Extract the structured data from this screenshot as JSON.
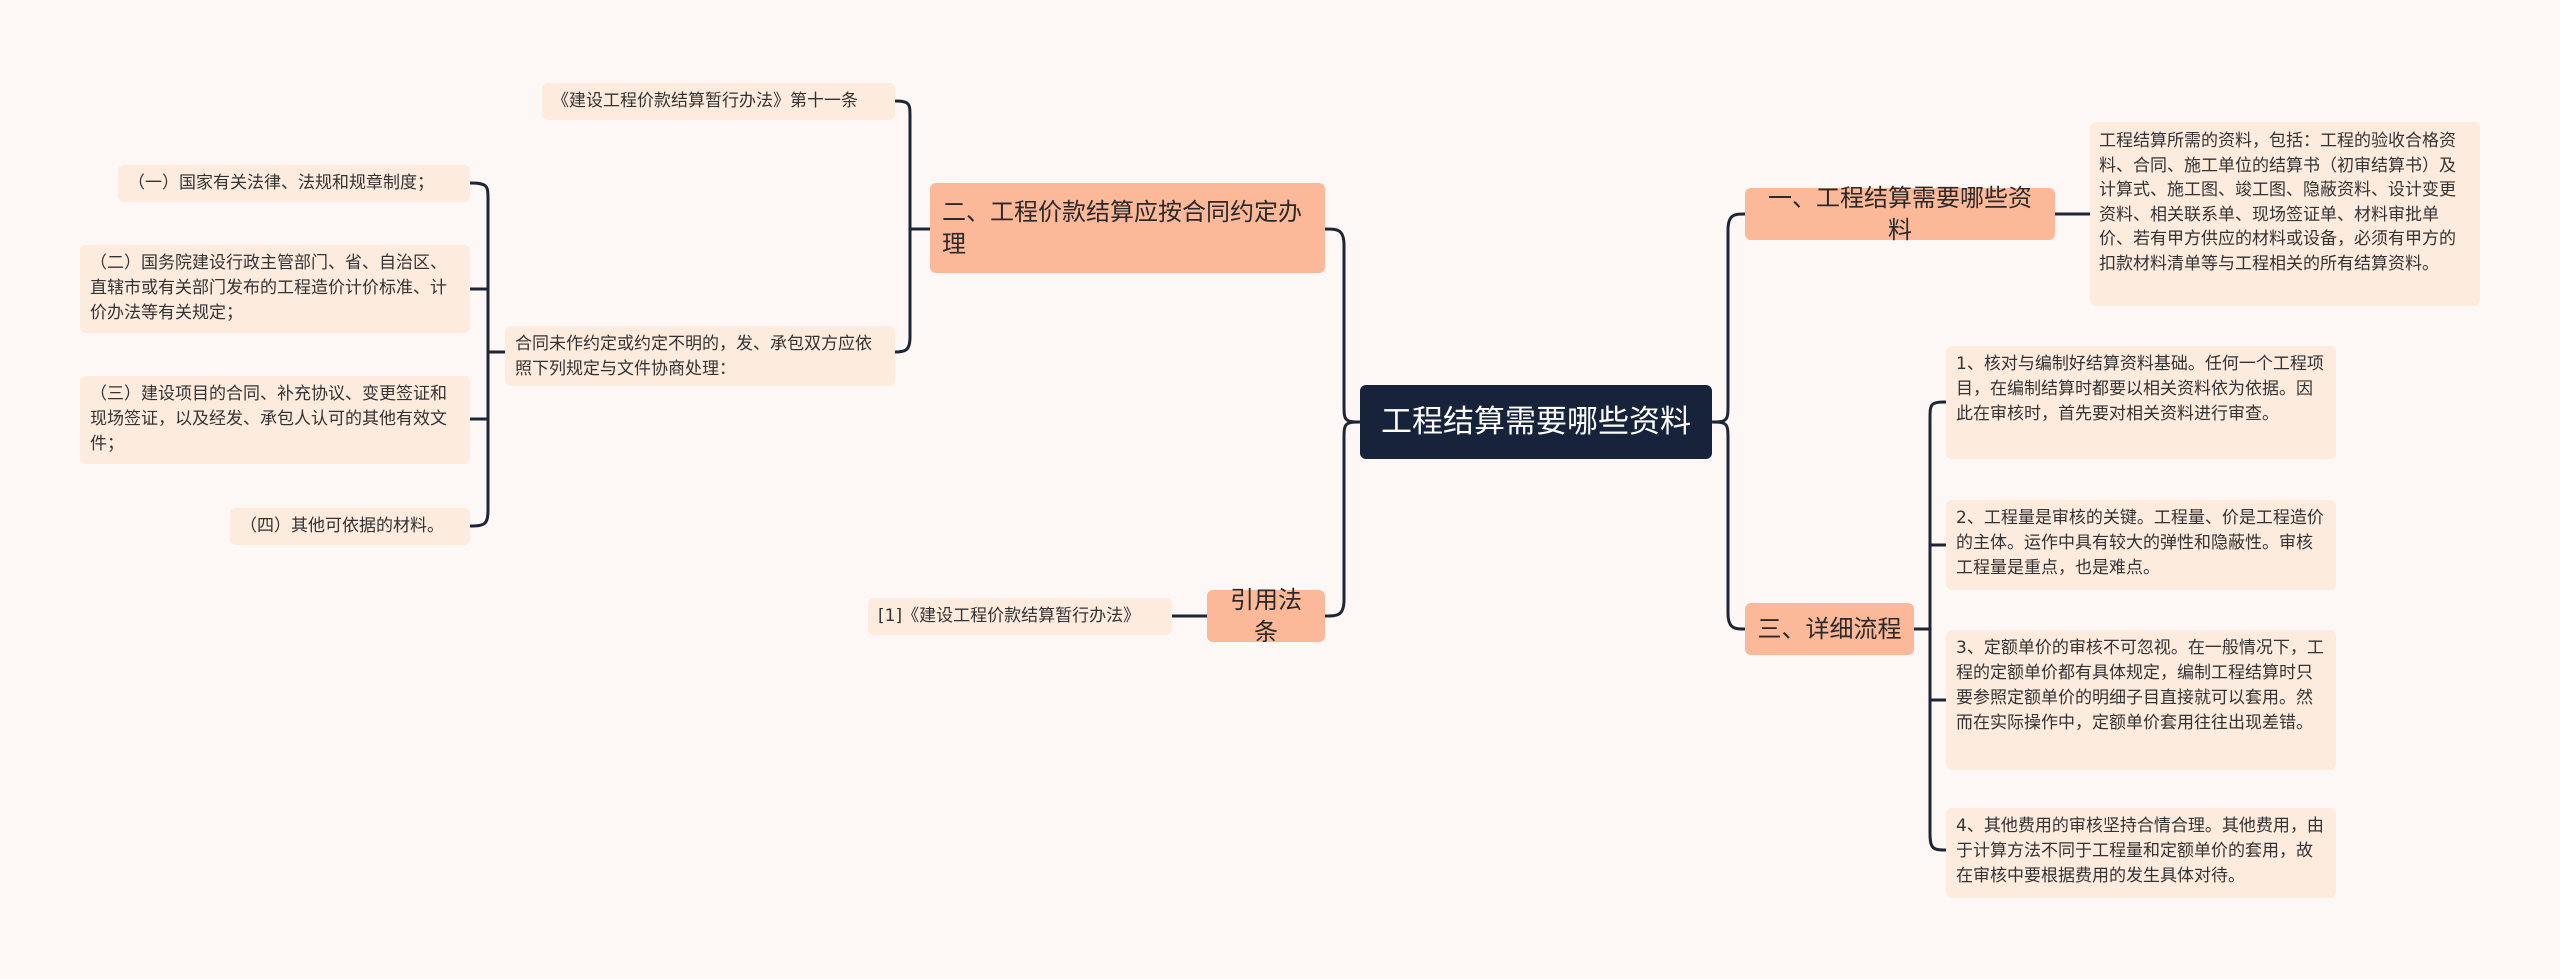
{
  "root": {
    "title": "工程结算需要哪些资料"
  },
  "right": {
    "section1": {
      "title": "一、工程结算需要哪些资料",
      "detail": "工程结算所需的资料，包括：工程的验收合格资料、合同、施工单位的结算书（初审结算书）及计算式、施工图、竣工图、隐蔽资料、设计变更资料、相关联系单、现场签证单、材料审批单价、若有甲方供应的材料或设备，必须有甲方的扣款材料清单等与工程相关的所有结算资料。"
    },
    "section3": {
      "title": "三、详细流程",
      "steps": [
        "1、核对与编制好结算资料基础。任何一个工程项目，在编制结算时都要以相关资料依为依据。因此在审核时，首先要对相关资料进行审查。",
        "2、工程量是审核的关键。工程量、价是工程造价的主体。运作中具有较大的弹性和隐蔽性。审核工程量是重点，也是难点。",
        "3、定额单价的审核不可忽视。在一般情况下，工程的定额单价都有具体规定，编制工程结算时只要参照定额单价的明细子目直接就可以套用。然而在实际操作中，定额单价套用往往出现差错。",
        "4、其他费用的审核坚持合情合理。其他费用，由于计算方法不同于工程量和定额单价的套用，故在审核中要根据费用的发生具体对待。"
      ]
    }
  },
  "left": {
    "section2": {
      "title": "二、工程价款结算应按合同约定办理",
      "article": "《建设工程价款结算暂行办法》第十一条",
      "clause": "合同未作约定或约定不明的，发、承包双方应依照下列规定与文件协商处理：",
      "sources": [
        "（一）国家有关法律、法规和规章制度；",
        "（二）国务院建设行政主管部门、省、自治区、直辖市或有关部门发布的工程造价计价标准、计价办法等有关规定；",
        "（三）建设项目的合同、补充协议、变更签证和现场签证，以及经发、承包人认可的其他有效文件；",
        "（四）其他可依据的材料。"
      ]
    },
    "citations": {
      "title": "引用法条",
      "items": [
        "[1]《建设工程价款结算暂行办法》"
      ]
    }
  }
}
